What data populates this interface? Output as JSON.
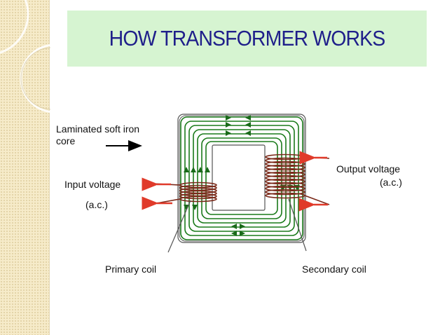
{
  "slide": {
    "title": "HOW TRANSFORMER WORKS"
  },
  "labels": {
    "core_line1": "Laminated soft iron",
    "core_line2": "core",
    "input_voltage": "Input voltage",
    "input_ac": "(a.c.)",
    "output_voltage": "Output voltage",
    "output_ac": "(a.c.)",
    "primary_coil": "Primary coil",
    "secondary_coil": "Secondary coil"
  },
  "colors": {
    "title_band": "#d6f4d1",
    "title_text": "#1f1f8a",
    "flux_lines": "#1a7a1a",
    "coil": "#7a2a1a",
    "arrow_red": "#e03a2a",
    "side_strip": "#f6ebc9"
  }
}
